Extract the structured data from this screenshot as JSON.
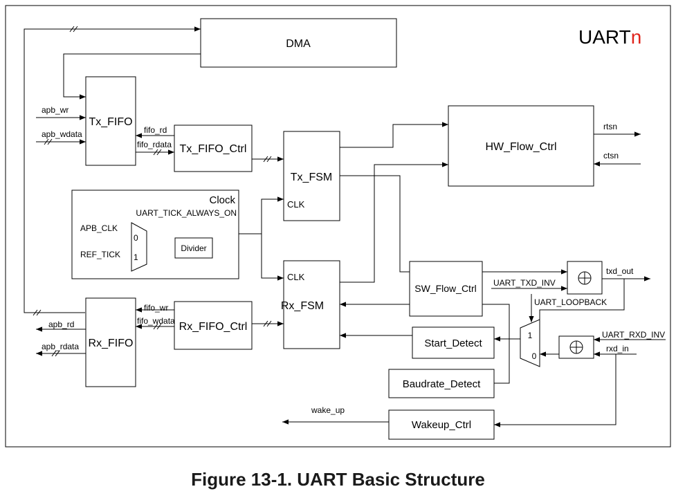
{
  "title": {
    "main": "UART",
    "suffix": "n",
    "suffix_color": "#e0241b"
  },
  "caption": "Figure 13-1. UART Basic Structure",
  "blocks": {
    "dma": "DMA",
    "tx_fifo": "Tx_FIFO",
    "tx_fifo_ctrl": "Tx_FIFO_Ctrl",
    "tx_fsm": "Tx_FSM",
    "hw_flow_ctrl": "HW_Flow_Ctrl",
    "clock": "Clock",
    "divider": "Divider",
    "rx_fsm": "Rx_FSM",
    "sw_flow_ctrl": "SW_Flow_Ctrl",
    "rx_fifo": "Rx_FIFO",
    "rx_fifo_ctrl": "Rx_FIFO_Ctrl",
    "start_detect": "Start_Detect",
    "baudrate_detect": "Baudrate_Detect",
    "wakeup_ctrl": "Wakeup_Ctrl"
  },
  "ports": {
    "clk": "CLK",
    "mux_in0": "0",
    "mux_in1": "1"
  },
  "signals": {
    "apb_wr": "apb_wr",
    "apb_wdata": "apb_wdata",
    "fifo_rd": "fifo_rd",
    "fifo_rdata": "fifo_rdata",
    "rtsn": "rtsn",
    "ctsn": "ctsn",
    "uart_tick_always_on": "UART_TICK_ALWAYS_ON",
    "apb_clk": "APB_CLK",
    "ref_tick": "REF_TICK",
    "txd_out": "txd_out",
    "uart_txd_inv": "UART_TXD_INV",
    "uart_loopback": "UART_LOOPBACK",
    "fifo_wr": "fifo_wr",
    "fifo_wdata": "fifo_wdata",
    "apb_rd": "apb_rd",
    "apb_rdata": "apb_rdata",
    "uart_rxd_inv": "UART_RXD_INV",
    "rxd_in": "rxd_in",
    "wake_up": "wake_up"
  }
}
